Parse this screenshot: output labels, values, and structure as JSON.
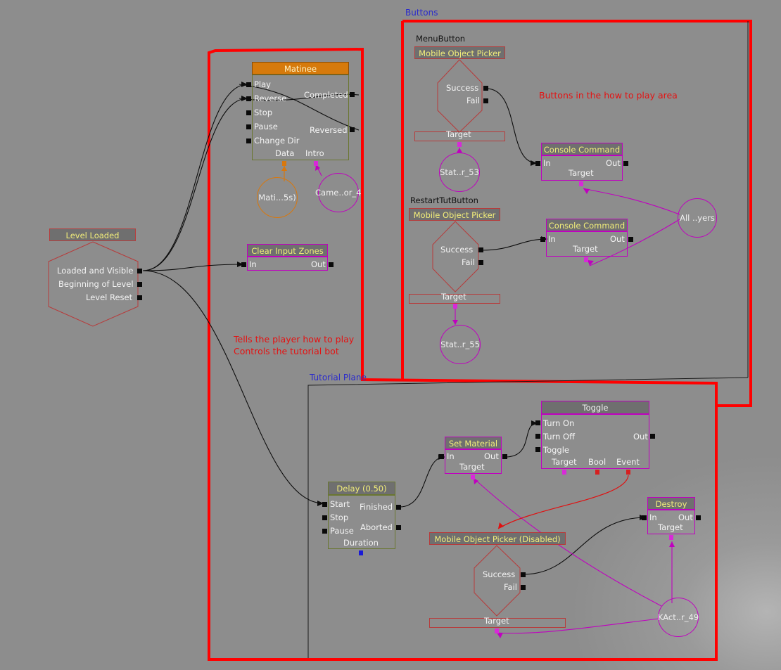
{
  "comments": {
    "buttons_title": "Buttons",
    "tutorial_title": "Tutorial Plane",
    "buttons_note": "Buttons in the how to play area",
    "tutorial_note_1": "Tells the player how to play",
    "tutorial_note_2": "Controls the tutorial bot"
  },
  "matinee": {
    "title": "Matinee",
    "inputs": [
      "Play",
      "Reverse",
      "Stop",
      "Pause",
      "Change Dir"
    ],
    "outputs": [
      "Completed",
      "Reversed"
    ],
    "vars": [
      "Data",
      "Intro"
    ],
    "var_circles": [
      "Mati...5s)",
      "Came..or_4"
    ]
  },
  "level_loaded": {
    "title": "Level Loaded",
    "outputs": [
      "Loaded and Visible",
      "Beginning of Level",
      "Level Reset"
    ]
  },
  "clear_input": {
    "title": "Clear Input Zones",
    "in": "In",
    "out": "Out"
  },
  "menu_button": {
    "label": "MenuButton",
    "title": "Mobile Object Picker",
    "success": "Success",
    "fail": "Fail",
    "target": "Target",
    "var": "Stat..r_53"
  },
  "restart_button": {
    "label": "RestartTutButton",
    "title": "Mobile Object Picker",
    "success": "Success",
    "fail": "Fail",
    "target": "Target",
    "var": "Stat..r_55"
  },
  "console_1": {
    "title": "Console Command",
    "in": "In",
    "out": "Out",
    "target": "Target"
  },
  "console_2": {
    "title": "Console Command",
    "in": "In",
    "out": "Out",
    "target": "Target"
  },
  "all_players": "All ..yers",
  "toggle": {
    "title": "Toggle",
    "inputs": [
      "Turn On",
      "Turn Off",
      "Toggle"
    ],
    "out": "Out",
    "vars": [
      "Target",
      "Bool",
      "Event"
    ]
  },
  "set_material": {
    "title": "Set Material",
    "in": "In",
    "out": "Out",
    "target": "Target"
  },
  "delay": {
    "title": "Delay (0.50)",
    "inputs": [
      "Start",
      "Stop",
      "Pause"
    ],
    "outputs": [
      "Finished",
      "Aborted"
    ],
    "var": "Duration"
  },
  "destroy": {
    "title": "Destroy",
    "in": "In",
    "out": "Out",
    "target": "Target"
  },
  "picker_disabled": {
    "title": "Mobile Object Picker (Disabled)",
    "success": "Success",
    "fail": "Fail",
    "target": "Target"
  },
  "kactor": "KAct..r_49",
  "colors": {
    "background": "#8d8d8d",
    "comment_border": "#ff0000",
    "node_title_text": "#f2ee7a",
    "matinee_header": "#d67a0c",
    "object_var": "#c000c0",
    "comment_title": "#2a2acc"
  }
}
